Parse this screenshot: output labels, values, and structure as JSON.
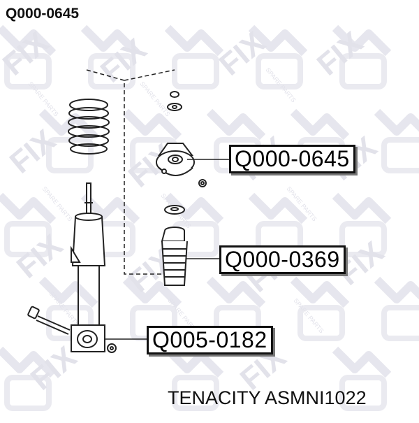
{
  "header": {
    "code": "Q000-0645"
  },
  "watermark": {
    "brand": "FIX",
    "tagline": "SPARE PARTS"
  },
  "parts": [
    {
      "code": "Q000-0645",
      "component": "strut mount"
    },
    {
      "code": "Q000-0369",
      "component": "dust boot"
    },
    {
      "code": "Q005-0182",
      "component": "lower bushing"
    }
  ],
  "footer": {
    "text": "TENACITY ASMNI1022"
  },
  "colors": {
    "line": "#222222",
    "watermark": "#e6e6ee",
    "border": "#111111"
  }
}
